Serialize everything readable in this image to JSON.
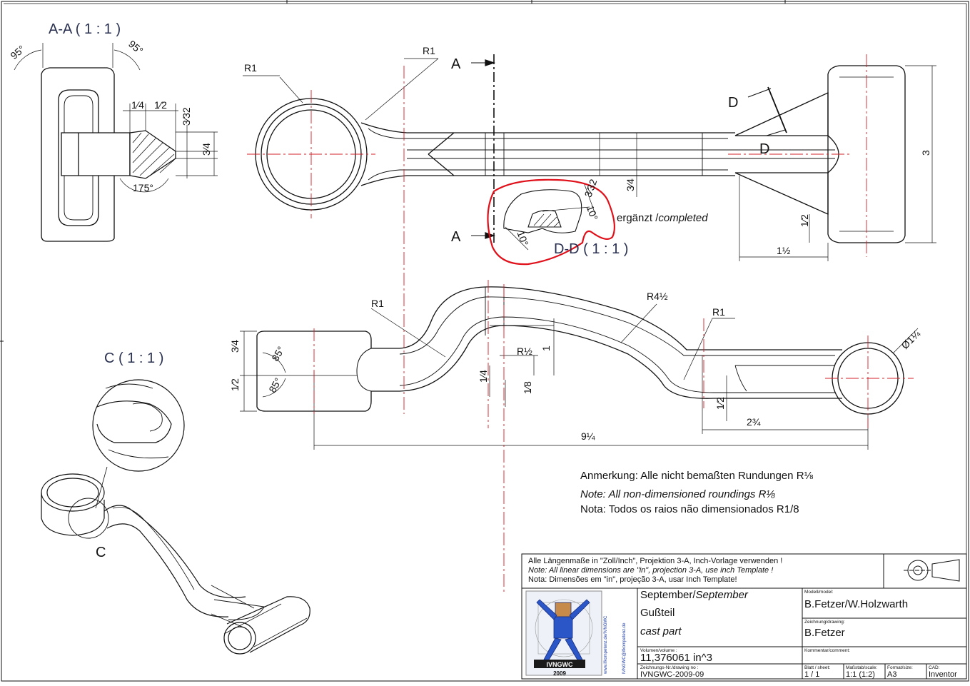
{
  "views": {
    "section_aa_title": "A-A ( 1 : 1 )",
    "section_dd_title": "D-D ( 1 : 1 )",
    "detail_c_title": "C ( 1 : 1 )",
    "detail_c_marker": "C",
    "completed_de": "ergänzt /",
    "completed_en": "completed",
    "cut_a_top": "A",
    "cut_a_bottom": "A",
    "cut_d_top": "D",
    "cut_d_bottom": "D"
  },
  "dimensions": {
    "aa_angle_left": "95°",
    "aa_angle_right": "95°",
    "aa_w1": "1⁄4",
    "aa_w2": "1⁄2",
    "aa_h1": "3⁄32",
    "aa_h2": "3⁄4",
    "aa_angle_bottom": "175°",
    "top_r1_left": "R1",
    "top_r1_right": "R1",
    "top_h34": "3⁄4",
    "top_h3": "3",
    "top_h12": "1⁄2",
    "top_w112": "1½",
    "dd_h": "3⁄32",
    "dd_a1": "10°",
    "dd_a2": "10°",
    "side_r1_left": "R1",
    "side_r412": "R4½",
    "side_r1_right": "R1",
    "side_r12": "R½",
    "side_h1": "1",
    "side_h34": "3⁄4",
    "side_h12": "1⁄2",
    "side_a85_top": "85°",
    "side_a85_bot": "85°",
    "side_w14": "1⁄4",
    "side_w18": "1⁄8",
    "side_h12b": "1⁄2",
    "side_w234": "2¾",
    "side_dia": "Ø1¼",
    "side_len": "9¼"
  },
  "notes": {
    "de": "Anmerkung: Alle nicht bemaßten Rundungen R⅛",
    "en": "Note: All non-dimensioned roundings R⅛",
    "pt": "Nota: Todos os raios não dimensionados R1/8"
  },
  "title_block": {
    "units_de": "Alle Längenmaße in \"Zoll/Inch\", Projektion 3-A, Inch-Vorlage verwenden !",
    "units_en": "Note: All linear dimensions are \"in\", projection 3-A, use inch Template !",
    "units_pt": "Nota: Dimensões em \"in\", projeção 3-A, usar Inch Template!",
    "logo_text": "IVNGWC",
    "logo_year": "2009",
    "logo_url1": "www.ifkompetenz.de/IVNGWC",
    "logo_url2": "IVNGWC@ifkompetenz.de",
    "month_de": "September/",
    "month_en": "September",
    "part_de": "Gußteil",
    "part_en": "cast part",
    "volume_label": "Volumen/volume :",
    "volume_value": "11,376061 in^3",
    "drawing_no_label": "Zeichnungs-Nr./drawing no :",
    "drawing_no_value": "IVNGWC-2009-09",
    "model_label": "Modell/model:",
    "model_value": "B.Fetzer/W.Holzwarth",
    "drawing_label": "Zeichnung/drawing:",
    "drawing_value": "B.Fetzer",
    "comment_label": "Kommentar/comment:",
    "sheet_label": "Blatt / sheet:",
    "sheet_value": "1 / 1",
    "scale_label": "Maßstab/scale:",
    "scale_value": "1:1 (1:2)",
    "format_label": "Format/size:",
    "format_value": "A3",
    "cad_label": "CAD:",
    "cad_value": "Inventor"
  },
  "colors": {
    "line": "#111111",
    "centerline": "#d0202a",
    "highlight": "#e0101a",
    "title": "#2a3050"
  }
}
